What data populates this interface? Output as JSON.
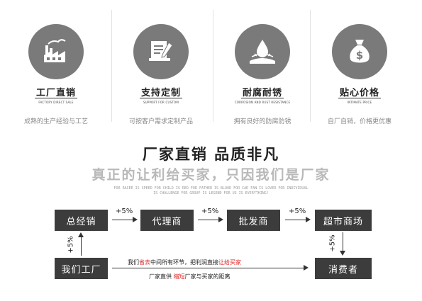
{
  "features": [
    {
      "icon": "factory-icon",
      "title": "工厂直销",
      "en": "FACTORY DIRECT SALE",
      "desc": "成熟的生产经验与工艺"
    },
    {
      "icon": "document-pen-icon",
      "title": "支持定制",
      "en": "SUPPORT FOR CUSTOM",
      "desc": "可按客户需求定制产品"
    },
    {
      "icon": "water-drop-icon",
      "title": "耐腐耐锈",
      "en": "CORROSION AND RUST RESISTANCE",
      "desc": "拥有良好的防腐防锈"
    },
    {
      "icon": "money-bag-icon",
      "title": "贴心价格",
      "en": "INTIMATE PRICE",
      "desc": "自厂自销，价格更优惠"
    }
  ],
  "headline": "厂家直销  品质非凡",
  "subheadline": "真正的让利给买家，只因我们是厂家",
  "motto": [
    "FOR RACER IS SPEED FOR CHILD IS RED FOR FATHER IS BLOOD FOR CAR FAN IS LOVER FOR INDIVIDUAL",
    "IS CHALLENGE FOR GROUP IS LEGEND FOR US IS EVERYTHING!"
  ],
  "flow": {
    "boxes": {
      "general": "总经销",
      "agent": "代理商",
      "wholesaler": "批发商",
      "supermarket": "超市商场",
      "factory": "我们工厂",
      "consumer": "消费者"
    },
    "markups": [
      "+5%",
      "+5%",
      "+5%",
      "+5%",
      "+5%"
    ],
    "bottom_line1": {
      "part1": "我们",
      "part2": "省去",
      "part3": "中间所有环节，把利润直接",
      "part4": "让给买家"
    },
    "bottom_line2": {
      "part1": "厂家直供 ",
      "part2": "缩短",
      "part3": "厂家与买家的距离"
    }
  },
  "colors": {
    "box_bg": "#3c3c3c",
    "icon_circle": "#7a7a7a",
    "subheadline": "#b9b9b9",
    "highlight": "#e02020"
  }
}
